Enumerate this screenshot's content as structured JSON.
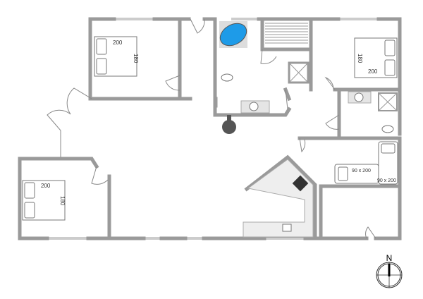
{
  "plan": {
    "bedroom_top_left": {
      "bed_length": "200",
      "bed_width": "180"
    },
    "bedroom_top_right": {
      "bed_length": "200",
      "bed_width": "180"
    },
    "bedroom_left": {
      "bed_length": "200",
      "bed_width": "180"
    },
    "bedroom_small": {
      "bed1_size": "90 x 200",
      "bed2_size": "90 x 200"
    },
    "compass": {
      "north_label": "N"
    },
    "colors": {
      "wall": "#9a9a9a",
      "whirlpool": "#1e9be8",
      "stove": "#333333",
      "chimney": "#555555"
    }
  }
}
